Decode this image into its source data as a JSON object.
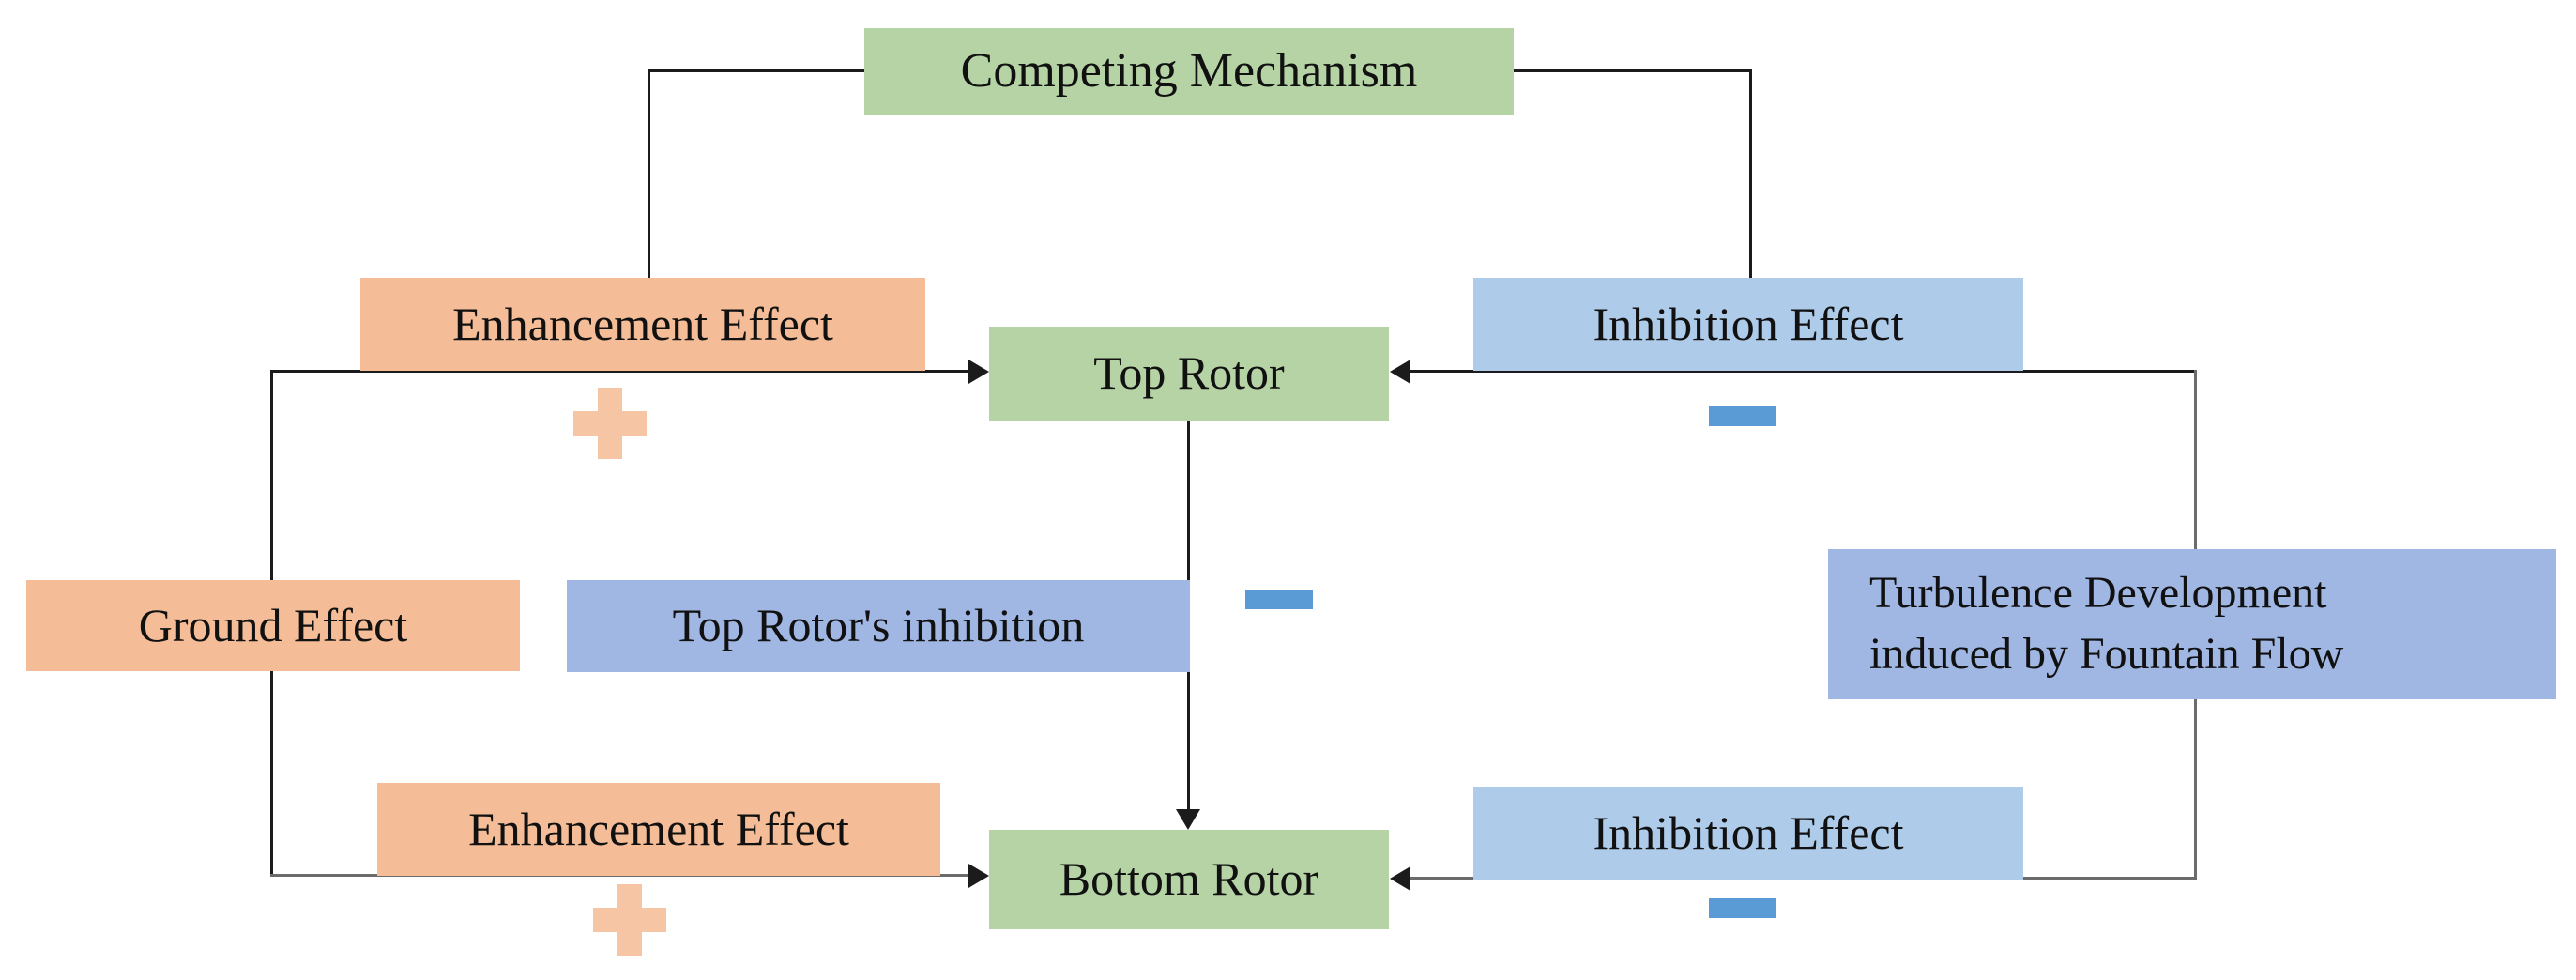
{
  "figure": {
    "background": "#ffffff",
    "palette": {
      "green": "#B5D3A5",
      "orange": "#F4BD98",
      "light_blue": "#AECBEA",
      "periwinkle_blue": "#A0B6E3",
      "plus_sign": "#F6C5A3",
      "minus_sign": "#5B9BD5",
      "line_black": "#1b1b1b",
      "line_gray": "#6b6b6b"
    },
    "nodes": {
      "competing_mechanism": {
        "label": "Competing Mechanism",
        "fill": "#B5D3A5"
      },
      "enhancement_effect_top": {
        "label": "Enhancement Effect",
        "fill": "#F4BD98"
      },
      "top_rotor": {
        "label": "Top Rotor",
        "fill": "#B5D3A5"
      },
      "inhibition_effect_top": {
        "label": "Inhibition Effect",
        "fill": "#AECBEA"
      },
      "ground_effect": {
        "label": "Ground Effect",
        "fill": "#F4BD98"
      },
      "top_rotors_inhibition": {
        "label": "Top Rotor's inhibition",
        "fill": "#A0B6E3"
      },
      "turbulence_development": {
        "line1": "Turbulence Development",
        "line2": "induced by Fountain Flow",
        "fill": "#A0B6E3"
      },
      "enhancement_effect_bottom": {
        "label": "Enhancement Effect",
        "fill": "#F4BD98"
      },
      "bottom_rotor": {
        "label": "Bottom Rotor",
        "fill": "#B5D3A5"
      },
      "inhibition_effect_bottom": {
        "label": "Inhibition Effect",
        "fill": "#AECBEA"
      }
    },
    "signs": {
      "plus_top": "+",
      "plus_bottom": "+",
      "minus_top_right": "−",
      "minus_middle": "−",
      "minus_bottom_right": "−"
    },
    "connectors": {
      "competing_to_enhancement": "Competing Mechanism → Enhancement Effect (top)",
      "competing_to_inhibition": "Competing Mechanism → Inhibition Effect (top)",
      "ground_to_top_rotor": "Ground Effect trunk → arrow into Top Rotor",
      "ground_to_bottom_rotor": "Ground Effect trunk → arrow into Bottom Rotor",
      "turbulence_to_top_rotor": "Turbulence trunk → arrow into Top Rotor",
      "turbulence_to_bottom_rotor": "Turbulence trunk → arrow into Bottom Rotor",
      "top_rotor_to_bottom_rotor": "Top Rotor → arrow down into Bottom Rotor"
    }
  }
}
